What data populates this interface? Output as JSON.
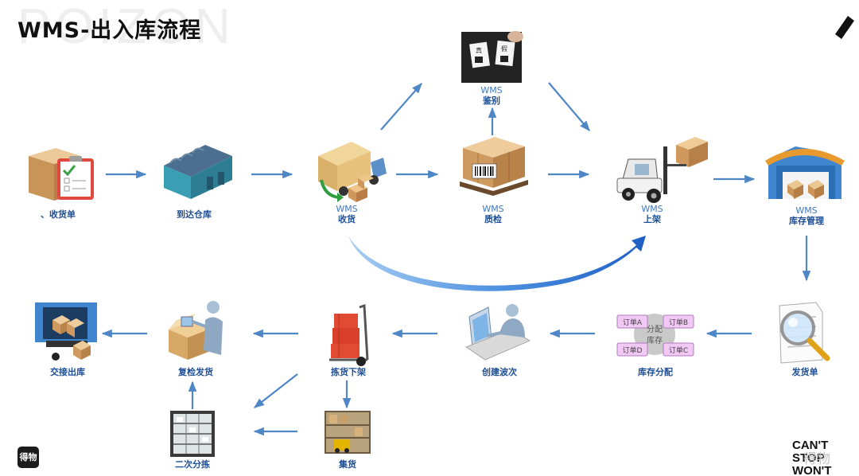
{
  "watermark": "POIZON",
  "title": "WMS-出入库流程",
  "brand_logo_text": "得物",
  "slogan_lines": [
    "CAN'T STOP",
    "WON'T STOP"
  ],
  "overlay_text": "得物",
  "colors": {
    "arrow": "#4f86c6",
    "label": "#1d4f96",
    "system_label": "#3f78c4",
    "curve_light": "#7fb3ea",
    "curve_dark": "#1f5fc4"
  },
  "nodes": {
    "order": {
      "system": "",
      "label": "、收货单",
      "icon": "clipboard-box-icon"
    },
    "warehouse_arrive": {
      "system": "",
      "label": "到达仓库",
      "icon": "warehouse-icon"
    },
    "receive": {
      "system": "WMS",
      "label": "收货",
      "icon": "truck-unloading-icon"
    },
    "quality": {
      "system": "WMS",
      "label": "质检",
      "icon": "barcode-pallet-icon"
    },
    "authenticate": {
      "system": "WMS",
      "label": "鉴别",
      "icon": "authentication-tags-icon",
      "tag_left": "真",
      "tag_right": "假"
    },
    "shelve": {
      "system": "WMS",
      "label": "上架",
      "icon": "forklift-icon"
    },
    "inventory": {
      "system": "WMS",
      "label": "库存管理",
      "icon": "storage-building-icon"
    },
    "ship_order": {
      "system": "",
      "label": "发货单",
      "icon": "document-search-icon"
    },
    "allocation": {
      "system": "",
      "label": "库存分配",
      "icon": "allocation-icon",
      "center": [
        "分配",
        "库存"
      ],
      "orders": [
        "订单A",
        "订单B",
        "订单D",
        "订单C"
      ]
    },
    "wave": {
      "system": "",
      "label": "创建波次",
      "icon": "computer-worker-icon"
    },
    "pick": {
      "system": "",
      "label": "拣货下架",
      "icon": "hand-truck-icon"
    },
    "recheck": {
      "system": "",
      "label": "复检发货",
      "icon": "packing-worker-icon"
    },
    "handover": {
      "system": "",
      "label": "交接出库",
      "icon": "loading-dock-icon"
    },
    "secondary_sort": {
      "system": "",
      "label": "二次分拣",
      "icon": "sorting-shelf-icon"
    },
    "collect": {
      "system": "",
      "label": "集货",
      "icon": "storage-racks-icon"
    }
  }
}
